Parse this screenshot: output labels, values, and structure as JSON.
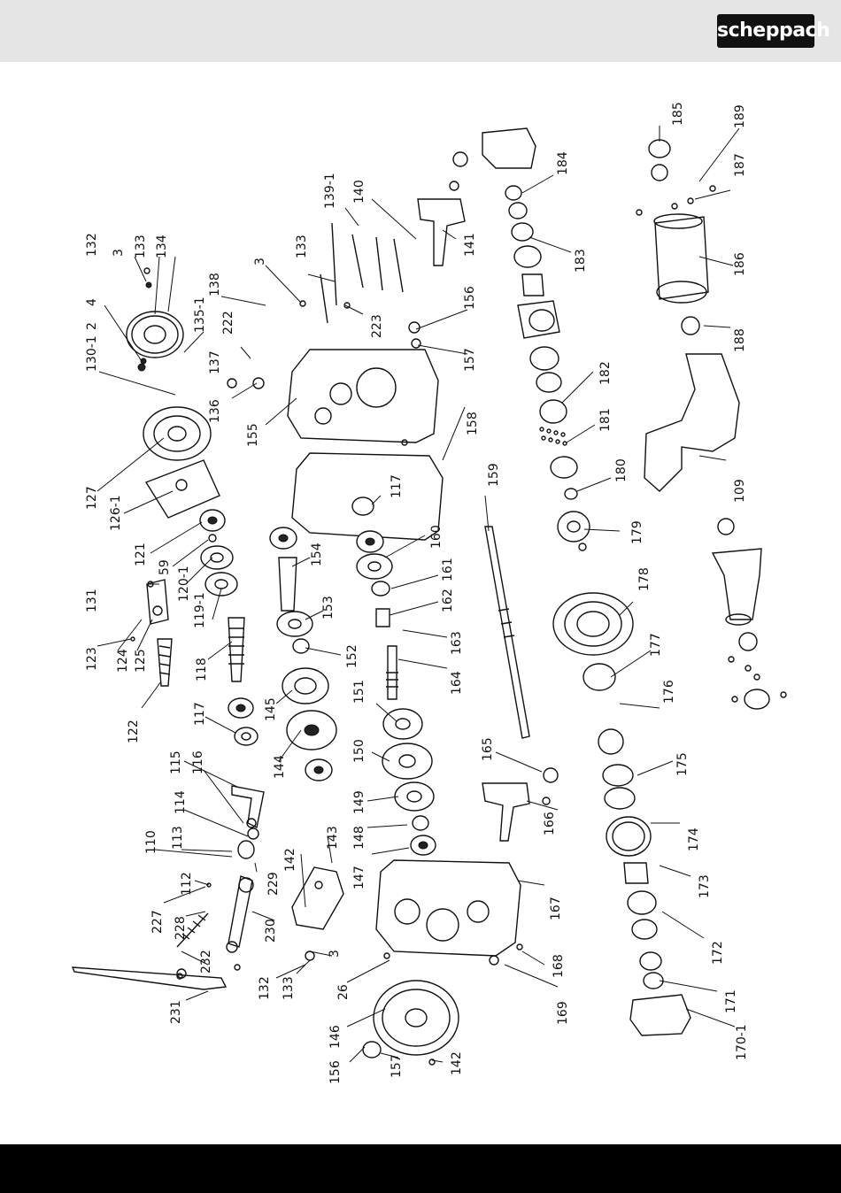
{
  "brand": {
    "logo_text": "scheppach"
  },
  "callouts": [
    {
      "id": "c-132a",
      "text": "132"
    },
    {
      "id": "c-3a",
      "text": "3"
    },
    {
      "id": "c-133a",
      "text": "133"
    },
    {
      "id": "c-134",
      "text": "134"
    },
    {
      "id": "c-4",
      "text": "4"
    },
    {
      "id": "c-2",
      "text": "2"
    },
    {
      "id": "c-130-1",
      "text": "130-1"
    },
    {
      "id": "c-135-1",
      "text": "135-1"
    },
    {
      "id": "c-138",
      "text": "138"
    },
    {
      "id": "c-222",
      "text": "222"
    },
    {
      "id": "c-137",
      "text": "137"
    },
    {
      "id": "c-136",
      "text": "136"
    },
    {
      "id": "c-3b",
      "text": "3"
    },
    {
      "id": "c-133b",
      "text": "133"
    },
    {
      "id": "c-223",
      "text": "223"
    },
    {
      "id": "c-139-1",
      "text": "139-1"
    },
    {
      "id": "c-140",
      "text": "140"
    },
    {
      "id": "c-141",
      "text": "141"
    },
    {
      "id": "c-156a",
      "text": "156"
    },
    {
      "id": "c-157a",
      "text": "157"
    },
    {
      "id": "c-184",
      "text": "184"
    },
    {
      "id": "c-183",
      "text": "183"
    },
    {
      "id": "c-185",
      "text": "185"
    },
    {
      "id": "c-189",
      "text": "189"
    },
    {
      "id": "c-187",
      "text": "187"
    },
    {
      "id": "c-186",
      "text": "186"
    },
    {
      "id": "c-188",
      "text": "188"
    },
    {
      "id": "c-155",
      "text": "155"
    },
    {
      "id": "c-158",
      "text": "158"
    },
    {
      "id": "c-182",
      "text": "182"
    },
    {
      "id": "c-181",
      "text": "181"
    },
    {
      "id": "c-180",
      "text": "180"
    },
    {
      "id": "c-127",
      "text": "127"
    },
    {
      "id": "c-126-1",
      "text": "126-1"
    },
    {
      "id": "c-121",
      "text": "121"
    },
    {
      "id": "c-59",
      "text": "59"
    },
    {
      "id": "c-120-1",
      "text": "120-1"
    },
    {
      "id": "c-131",
      "text": "131"
    },
    {
      "id": "c-119-1",
      "text": "119-1"
    },
    {
      "id": "c-117a",
      "text": "117"
    },
    {
      "id": "c-159",
      "text": "159"
    },
    {
      "id": "c-109",
      "text": "109"
    },
    {
      "id": "c-179",
      "text": "179"
    },
    {
      "id": "c-154",
      "text": "154"
    },
    {
      "id": "c-160",
      "text": "160"
    },
    {
      "id": "c-161",
      "text": "161"
    },
    {
      "id": "c-162",
      "text": "162"
    },
    {
      "id": "c-153",
      "text": "153"
    },
    {
      "id": "c-123",
      "text": "123"
    },
    {
      "id": "c-124",
      "text": "124"
    },
    {
      "id": "c-125",
      "text": "125"
    },
    {
      "id": "c-118",
      "text": "118"
    },
    {
      "id": "c-152",
      "text": "152"
    },
    {
      "id": "c-163",
      "text": "163"
    },
    {
      "id": "c-164",
      "text": "164"
    },
    {
      "id": "c-178",
      "text": "178"
    },
    {
      "id": "c-177",
      "text": "177"
    },
    {
      "id": "c-122",
      "text": "122"
    },
    {
      "id": "c-117b",
      "text": "117"
    },
    {
      "id": "c-145",
      "text": "145"
    },
    {
      "id": "c-151",
      "text": "151"
    },
    {
      "id": "c-176",
      "text": "176"
    },
    {
      "id": "c-144",
      "text": "144"
    },
    {
      "id": "c-150",
      "text": "150"
    },
    {
      "id": "c-165",
      "text": "165"
    },
    {
      "id": "c-175",
      "text": "175"
    },
    {
      "id": "c-115",
      "text": "115"
    },
    {
      "id": "c-116",
      "text": "116"
    },
    {
      "id": "c-114",
      "text": "114"
    },
    {
      "id": "c-149",
      "text": "149"
    },
    {
      "id": "c-166",
      "text": "166"
    },
    {
      "id": "c-110",
      "text": "110"
    },
    {
      "id": "c-113",
      "text": "113"
    },
    {
      "id": "c-148",
      "text": "148"
    },
    {
      "id": "c-143",
      "text": "143"
    },
    {
      "id": "c-174",
      "text": "174"
    },
    {
      "id": "c-112",
      "text": "112"
    },
    {
      "id": "c-142a",
      "text": "142"
    },
    {
      "id": "c-229",
      "text": "229"
    },
    {
      "id": "c-147",
      "text": "147"
    },
    {
      "id": "c-167",
      "text": "167"
    },
    {
      "id": "c-173",
      "text": "173"
    },
    {
      "id": "c-227",
      "text": "227"
    },
    {
      "id": "c-228",
      "text": "228"
    },
    {
      "id": "c-230",
      "text": "230"
    },
    {
      "id": "c-172",
      "text": "172"
    },
    {
      "id": "c-232",
      "text": "232"
    },
    {
      "id": "c-132b",
      "text": "132"
    },
    {
      "id": "c-133c",
      "text": "133"
    },
    {
      "id": "c-3c",
      "text": "3"
    },
    {
      "id": "c-168",
      "text": "168"
    },
    {
      "id": "c-26",
      "text": "26"
    },
    {
      "id": "c-231",
      "text": "231"
    },
    {
      "id": "c-146",
      "text": "146"
    },
    {
      "id": "c-169",
      "text": "169"
    },
    {
      "id": "c-171",
      "text": "171"
    },
    {
      "id": "c-156b",
      "text": "156"
    },
    {
      "id": "c-157b",
      "text": "157"
    },
    {
      "id": "c-142b",
      "text": "142"
    },
    {
      "id": "c-170-1",
      "text": "170-1"
    }
  ]
}
